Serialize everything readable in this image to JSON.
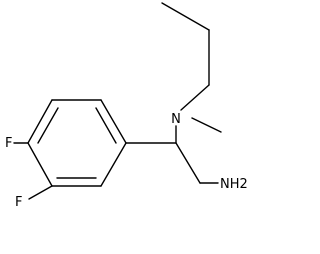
{
  "molecule": {
    "atoms": {
      "nitrogen": "N",
      "amine": "NH2",
      "fluorine_top": "F",
      "fluorine_bottom": "F"
    },
    "colors": {
      "bond": "#000000",
      "label": "#000000",
      "background": "#ffffff"
    }
  }
}
